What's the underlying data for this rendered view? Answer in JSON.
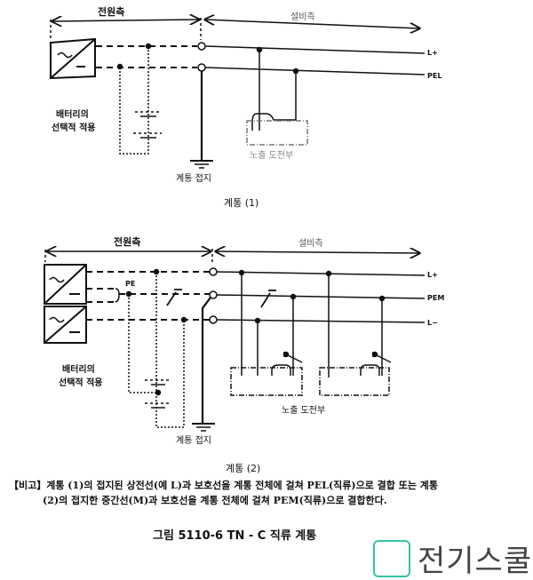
{
  "diagram1": {
    "source_side": "전원측",
    "installation_side": "설비측",
    "line_labels": [
      "L+",
      "PEL"
    ],
    "battery_label": [
      "배터리의",
      "선택적 적용"
    ],
    "exposed_part": "노출 도전부",
    "system_earth": "계통 접지",
    "title": "계통 (1)"
  },
  "diagram2": {
    "source_side": "전원측",
    "installation_side": "설비측",
    "line_labels": [
      "L+",
      "PEM",
      "L−"
    ],
    "pe_label": "PE",
    "battery_label": [
      "배터리의",
      "선택적 적용"
    ],
    "exposed_part": "노출 도전부",
    "system_earth": "계통 접지",
    "title": "계통 (2)"
  },
  "note": {
    "line1": "【비고】계통 (1)의 접지된 상전선(예 L)과 보호선을 계통 전체에 걸쳐 PEL(직류)으로 결합 또는 계통",
    "line2": "(2)의 접지한 중간선(M)과 보호선을 계통 전체에 걸쳐 PEM(직류)으로 결합한다."
  },
  "caption": "그림 5110-6   TN - C 직류 계통",
  "logo": {
    "text": "전기스쿨",
    "color": "#34c3a8"
  }
}
